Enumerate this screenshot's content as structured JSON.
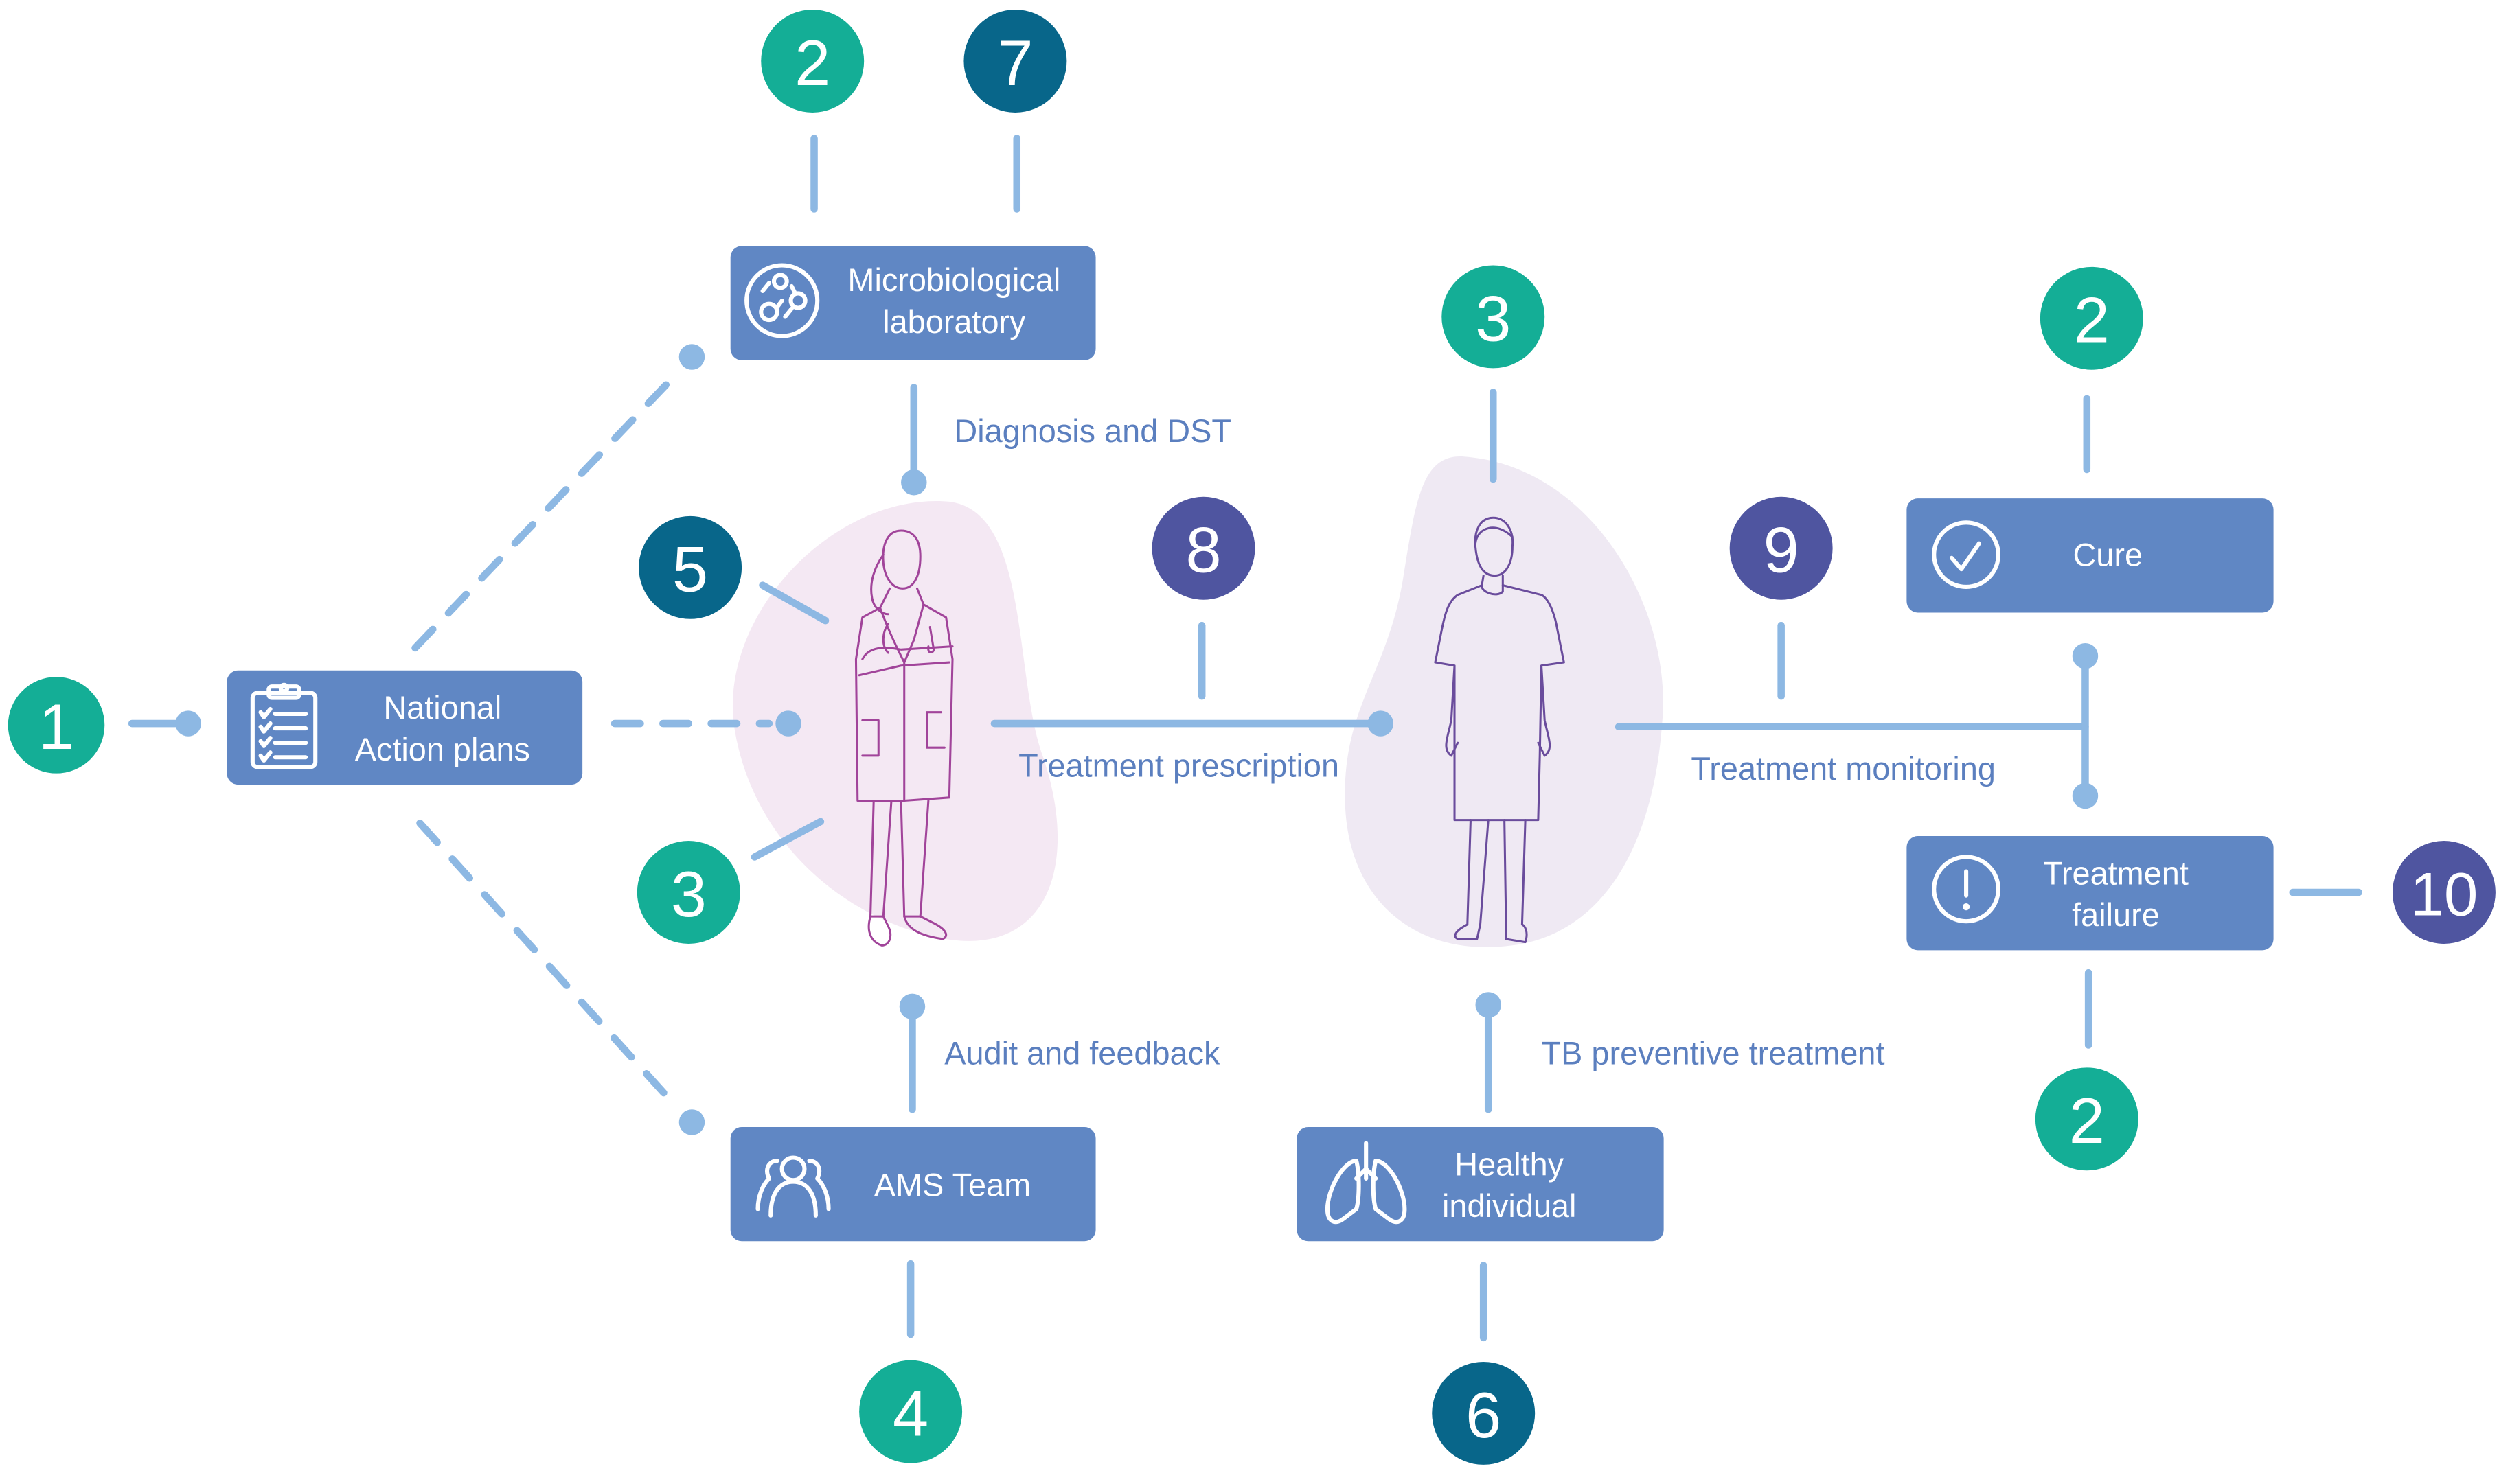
{
  "colors": {
    "teal": "#14ae96",
    "dark_teal": "#08668a",
    "indigo": "#4f55a0",
    "box_blue": "#6087c4",
    "connector_blue": "#8db8e3",
    "label_blue": "#5b7fbf",
    "doctor_blob": "#f4e8f3",
    "patient_blob": "#efe9f3"
  },
  "nodes": {
    "national": {
      "line1": "National",
      "line2": "Action plans",
      "icon": "clipboard-checklist-icon"
    },
    "lab": {
      "line1": "Microbiological",
      "line2": "laboratory",
      "icon": "petri-dish-icon"
    },
    "ams": {
      "line1": "AMS Team",
      "icon": "team-people-icon"
    },
    "healthy": {
      "line1": "Healthy",
      "line2": "individual",
      "icon": "lungs-icon"
    },
    "cure": {
      "line1": "Cure",
      "icon": "check-circle-icon"
    },
    "failure": {
      "line1": "Treatment",
      "line2": "failure",
      "icon": "exclamation-circle-icon"
    },
    "doctor": {
      "icon": "doctor-figure-icon"
    },
    "patient": {
      "icon": "patient-figure-icon"
    }
  },
  "edge_labels": {
    "diagnosis": "Diagnosis and DST",
    "prescription": "Treatment prescription",
    "monitoring": "Treatment monitoring",
    "audit": "Audit and feedback",
    "preventive": "TB preventive treatment"
  },
  "badges": {
    "national_left": "1",
    "lab_left": "2",
    "lab_right": "7",
    "doctor_upper": "5",
    "doctor_lower": "3",
    "prescription": "8",
    "patient_top": "3",
    "monitoring": "9",
    "cure_top": "2",
    "failure_right": "10",
    "failure_bottom": "2",
    "ams_bottom": "4",
    "healthy_bottom": "6"
  }
}
